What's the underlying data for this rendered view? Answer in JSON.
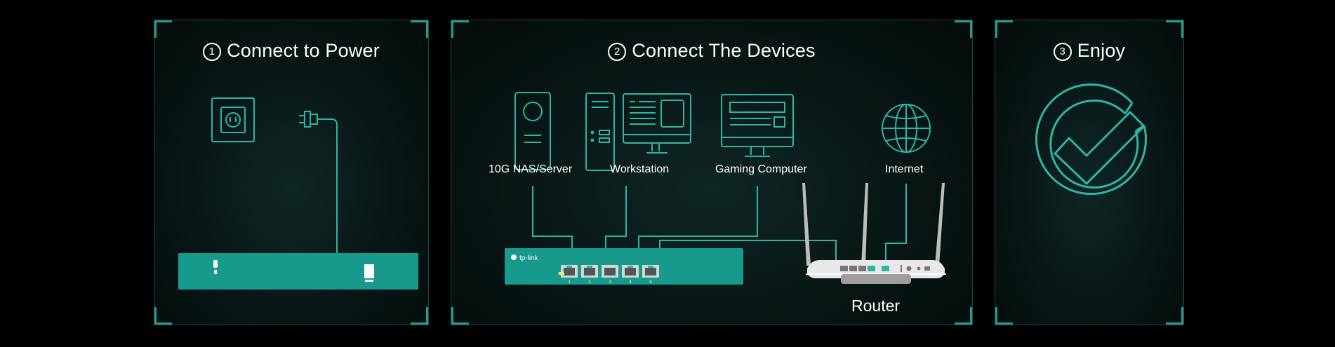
{
  "steps": [
    {
      "number": "1",
      "title": "Connect to Power"
    },
    {
      "number": "2",
      "title": "Connect The Devices"
    },
    {
      "number": "3",
      "title": "Enjoy"
    }
  ],
  "devices": {
    "nas": "10G NAS/Server",
    "workstation": "Workstation",
    "gaming": "Gaming Computer",
    "internet": "Internet",
    "router": "Router"
  },
  "switch": {
    "brand": "tp-link",
    "ports": [
      "1",
      "2",
      "3",
      "4",
      "5"
    ]
  },
  "colors": {
    "accent": "#2fb5a6",
    "switch_body": "#17998c",
    "panel_border": "#1d4a45"
  }
}
